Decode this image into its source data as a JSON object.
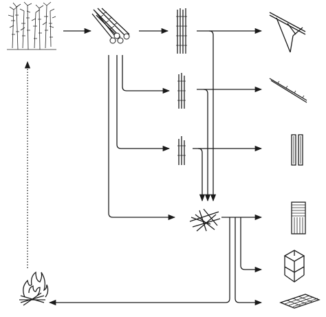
{
  "diagram": {
    "nodes": [
      {
        "id": "bamboo-plant",
        "icon": "bamboo-plant-icon"
      },
      {
        "id": "cut-culms",
        "icon": "bamboo-culms-icon"
      },
      {
        "id": "long-poles",
        "icon": "long-poles-icon"
      },
      {
        "id": "medium-pieces",
        "icon": "medium-pieces-icon"
      },
      {
        "id": "short-pieces",
        "icon": "short-pieces-icon"
      },
      {
        "id": "scrap-pile",
        "icon": "scrap-pile-icon"
      },
      {
        "id": "fire",
        "icon": "fire-icon"
      },
      {
        "id": "frame-structure",
        "icon": "frame-structure-icon"
      },
      {
        "id": "single-pole",
        "icon": "single-pole-icon"
      },
      {
        "id": "split-strips",
        "icon": "split-strips-icon"
      },
      {
        "id": "woven-panel",
        "icon": "woven-panel-icon"
      },
      {
        "id": "furniture-frame",
        "icon": "furniture-frame-icon"
      },
      {
        "id": "mat-sheet",
        "icon": "mat-sheet-icon"
      }
    ],
    "colors": {
      "stroke": "#1a1a1a",
      "background": "#ffffff"
    }
  }
}
